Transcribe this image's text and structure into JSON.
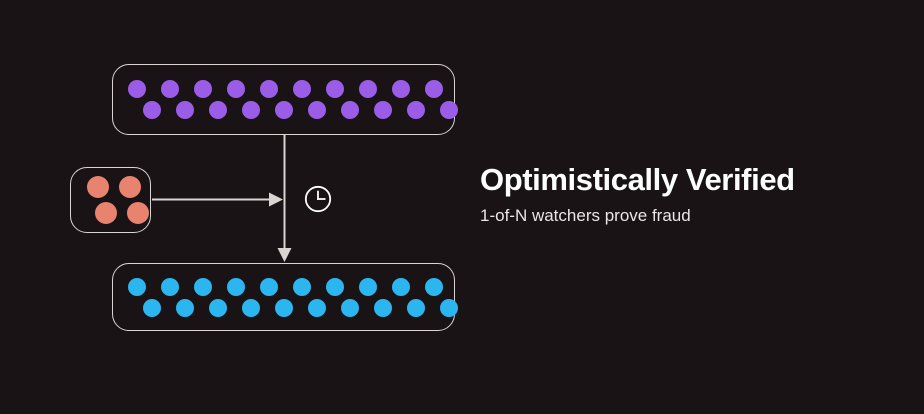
{
  "background_color": "#191316",
  "heading": "Optimistically Verified",
  "subheading": "1-of-N watchers prove fraud",
  "diagram": {
    "validator_box": {
      "label": "validator-set",
      "dot_color": "#9b5de8",
      "rows": [
        {
          "count": 10
        },
        {
          "count": 10
        }
      ]
    },
    "watcher_box": {
      "label": "watchers",
      "dot_color": "#e8836f",
      "rows": [
        {
          "count": 2
        },
        {
          "count": 2
        }
      ]
    },
    "result_box": {
      "label": "verified-output",
      "dot_color": "#2bb6f0",
      "rows": [
        {
          "count": 10
        },
        {
          "count": 10
        }
      ]
    },
    "clock_icon": "clock-icon",
    "stroke_color": "#d9d5d3",
    "connectors": [
      {
        "name": "validator-to-result-arrow",
        "direction": "down"
      },
      {
        "name": "watcher-to-flow-arrow",
        "direction": "right"
      }
    ]
  }
}
